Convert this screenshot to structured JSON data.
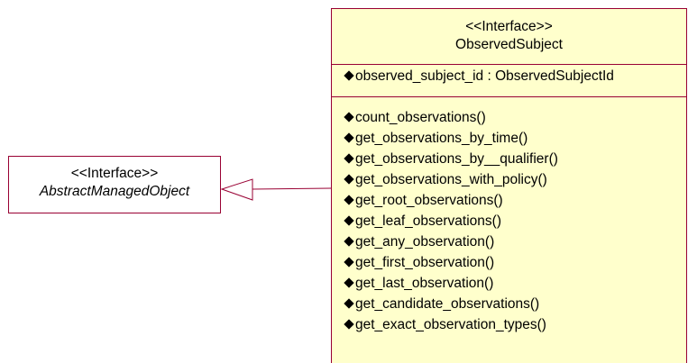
{
  "observed_subject": {
    "stereotype": "<<Interface>>",
    "name": "ObservedSubject",
    "attributes": [
      "observed_subject_id : ObservedSubjectId"
    ],
    "operations": [
      "count_observations()",
      "get_observations_by_time()",
      "get_observations_by__qualifier()",
      "get_observations_with_policy()",
      "get_root_observations()",
      "get_leaf_observations()",
      "get_any_observation()",
      "get_first_observation()",
      "get_last_observation()",
      "get_candidate_observations()",
      "get_exact_observation_types()"
    ]
  },
  "abstract_managed_object": {
    "stereotype": "<<Interface>>",
    "name": "AbstractManagedObject"
  },
  "relationship": {
    "kind": "realization",
    "from": "ObservedSubject",
    "to": "AbstractManagedObject"
  },
  "colors": {
    "class_border": "#990033",
    "observed_fill": "#ffffcc",
    "abstract_fill": "#ffffff",
    "connector": "#990033"
  }
}
